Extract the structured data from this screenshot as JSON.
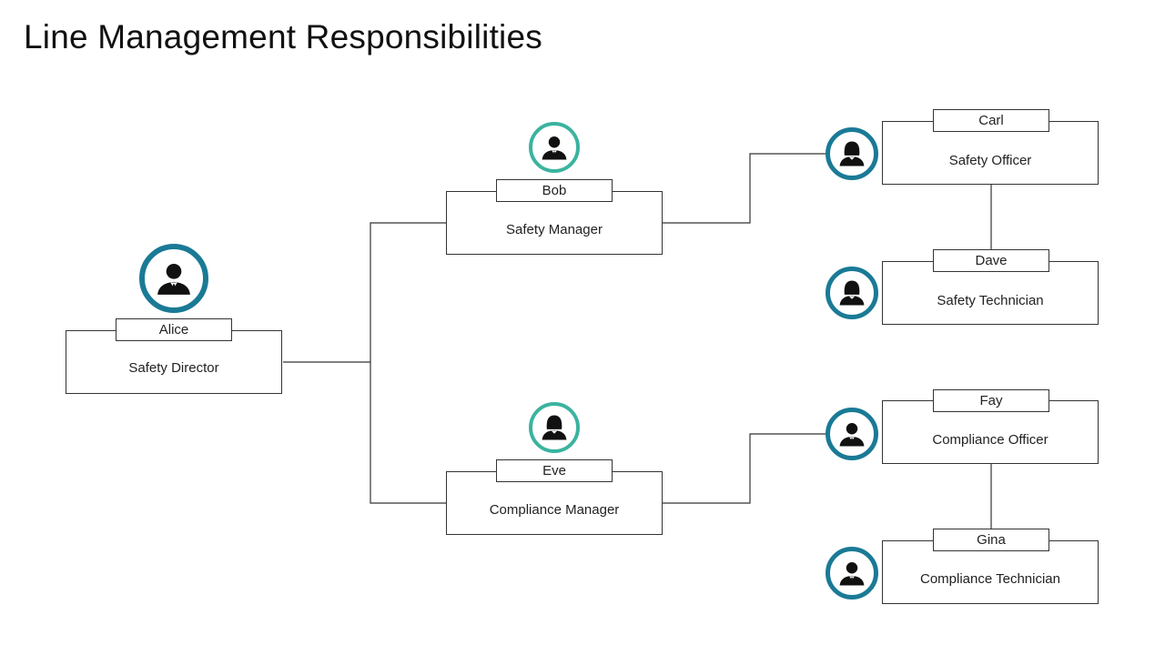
{
  "title": "Line Management Responsibilities",
  "colors": {
    "dark_ring": "#1a7a96",
    "light_ring": "#3bb39f",
    "line": "#333333",
    "icon": "#111111"
  },
  "people": [
    {
      "name": "Alice",
      "role": "Safety Director",
      "icon": "male-person-icon"
    },
    {
      "name": "Bob",
      "role": "Safety Manager",
      "icon": "male-person-icon"
    },
    {
      "name": "Eve",
      "role": "Compliance Manager",
      "icon": "female-person-icon"
    },
    {
      "name": "Carl",
      "role": "Safety Officer",
      "icon": "female-person-icon"
    },
    {
      "name": "Dave",
      "role": "Safety Technician",
      "icon": "female-person-icon"
    },
    {
      "name": "Fay",
      "role": "Compliance Officer",
      "icon": "male-person-icon"
    },
    {
      "name": "Gina",
      "role": "Compliance Technician",
      "icon": "male-person-icon"
    }
  ]
}
